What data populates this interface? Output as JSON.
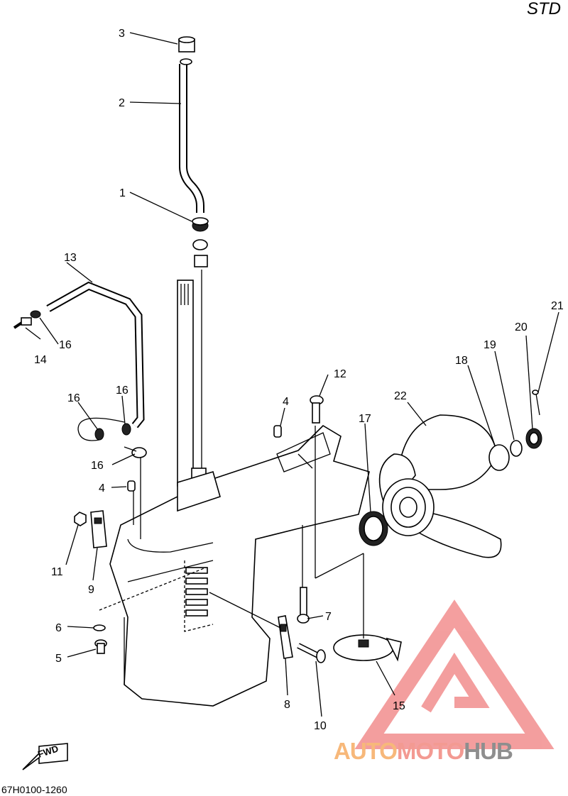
{
  "header": {
    "variant": "STD"
  },
  "footer": {
    "drawing_code": "67H0100-1260",
    "fwd_label": "FWD"
  },
  "watermark": {
    "parts": [
      "AUTO",
      "MOTO",
      "HUB"
    ],
    "colors": {
      "auto": "#f7b87a",
      "moto": "#f39a92",
      "hub": "#8e8e8e",
      "logo": "#f28e8e"
    }
  },
  "callouts": [
    "1",
    "2",
    "3",
    "4",
    "4",
    "5",
    "6",
    "7",
    "8",
    "9",
    "10",
    "11",
    "12",
    "13",
    "14",
    "15",
    "16",
    "16",
    "16",
    "16",
    "17",
    "18",
    "19",
    "20",
    "21",
    "22"
  ]
}
